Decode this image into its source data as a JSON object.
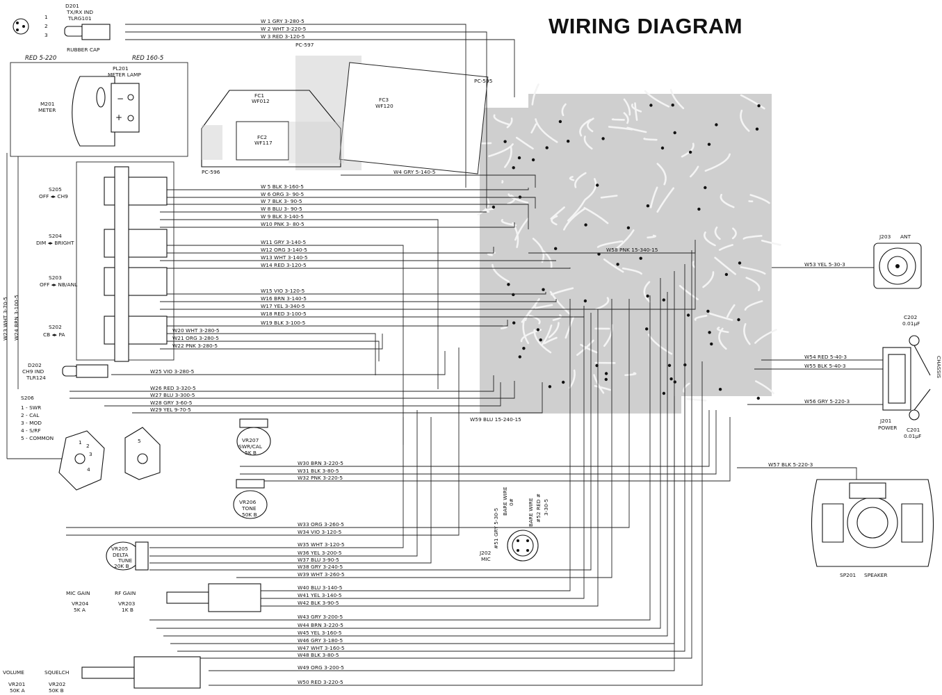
{
  "title": "WIRING DIAGRAM",
  "components": {
    "d201": {
      "ref": "D201",
      "desc1": "TX/RX IND",
      "desc2": "TLRG101",
      "cap": "RUBBER CAP",
      "pins": [
        "1",
        "2",
        "3"
      ]
    },
    "pl201": {
      "ref": "PL201",
      "desc": "METER LAMP",
      "left_note": "RED 5-220",
      "right_note": "RED 160-5"
    },
    "m201": {
      "ref": "M201",
      "desc": "METER",
      "minus": "−",
      "plus": "+"
    },
    "fc1": {
      "ref": "FC1",
      "part": "WF012"
    },
    "fc2": {
      "ref": "FC2",
      "part": "WF117"
    },
    "fc3": {
      "ref": "FC3",
      "part": "WF120"
    },
    "pc596": "PC-596",
    "pc597": "PC-597",
    "pc595": "PC-595",
    "s205": {
      "ref": "S205",
      "desc": "OFF ◂▸ CH9"
    },
    "s204": {
      "ref": "S204",
      "desc": "DIM ◂▸ BRIGHT"
    },
    "s203": {
      "ref": "S203",
      "desc": "OFF ◂▸ NB/ANL"
    },
    "s202": {
      "ref": "S202",
      "desc": "CB ◂▸ PA"
    },
    "d202": {
      "ref": "D202",
      "desc1": "CH9 IND",
      "desc2": "TLR124"
    },
    "s206": {
      "ref": "S206",
      "legend": [
        "1 - SWR",
        "2 - CAL",
        "3 - MOD",
        "4 - S/RF",
        "5 - COMMON"
      ],
      "pins": [
        "1",
        "2",
        "3",
        "4",
        "5"
      ]
    },
    "vr207": {
      "ref": "VR207",
      "desc": "SWR/CAL",
      "value": "5K B"
    },
    "vr206": {
      "ref": "VR206",
      "desc": "TONE",
      "value": "50K B"
    },
    "vr205": {
      "ref": "VR205",
      "desc": "DELTA",
      "desc2": "TUNE",
      "value": "20K B"
    },
    "mic_gain": {
      "label": "MIC GAIN",
      "ref": "VR204",
      "value": "5K A"
    },
    "rf_gain": {
      "label": "RF GAIN",
      "ref": "VR203",
      "value": "1K B"
    },
    "volume": {
      "label": "VOLUME",
      "ref": "VR201",
      "value": "50K A"
    },
    "squelch": {
      "label": "SQUELCH",
      "ref": "VR202",
      "value": "50K B"
    },
    "j202": {
      "ref": "J202",
      "desc": "MIC"
    },
    "j203": {
      "ref": "J203",
      "desc": "ANT"
    },
    "j201": {
      "ref": "J201",
      "desc": "POWER"
    },
    "c202": {
      "ref": "C202",
      "value": "0.01µF"
    },
    "c201": {
      "ref": "C201",
      "value": "0.01µF"
    },
    "chassis": "CHASSIS",
    "sp201": {
      "ref": "SP201",
      "desc": "SPEAKER"
    }
  },
  "wires": [
    {
      "id": "W 1",
      "color": "GRY",
      "spec": "3-280-5"
    },
    {
      "id": "W 2",
      "color": "WHT",
      "spec": "3-220-5"
    },
    {
      "id": "W 3",
      "color": "RED",
      "spec": "3-120-5"
    },
    {
      "id": "W4",
      "color": "GRY",
      "spec": "5-140-5"
    },
    {
      "id": "W 5",
      "color": "BLK",
      "spec": "3-160-5"
    },
    {
      "id": "W 6",
      "color": "ORG",
      "spec": "3- 90-5"
    },
    {
      "id": "W 7",
      "color": "BLK",
      "spec": "3- 90-5"
    },
    {
      "id": "W 8",
      "color": "BLU",
      "spec": "3- 90-5"
    },
    {
      "id": "W 9",
      "color": "BLK",
      "spec": "3-140-5"
    },
    {
      "id": "W10",
      "color": "PNK",
      "spec": "3- 80-5"
    },
    {
      "id": "W11",
      "color": "GRY",
      "spec": "3-140-5"
    },
    {
      "id": "W12",
      "color": "ORG",
      "spec": "3-140-5"
    },
    {
      "id": "W13",
      "color": "WHT",
      "spec": "3-140-5"
    },
    {
      "id": "W14",
      "color": "RED",
      "spec": "3-120-5"
    },
    {
      "id": "W15",
      "color": "VIO",
      "spec": "3-120-5"
    },
    {
      "id": "W16",
      "color": "BRN",
      "spec": "3-140-5"
    },
    {
      "id": "W17",
      "color": "YEL",
      "spec": "3-340-5"
    },
    {
      "id": "W18",
      "color": "RED",
      "spec": "3-100-5"
    },
    {
      "id": "W19",
      "color": "BLK",
      "spec": "3-100-5"
    },
    {
      "id": "W20",
      "color": "WHT",
      "spec": "3-280-5"
    },
    {
      "id": "W21",
      "color": "ORG",
      "spec": "3-280-5"
    },
    {
      "id": "W22",
      "color": "PNK",
      "spec": "3-280-5"
    },
    {
      "id": "W23",
      "color": "WHT",
      "spec": "3-70-5"
    },
    {
      "id": "W24",
      "color": "BRN",
      "spec": "3-100-5"
    },
    {
      "id": "W25",
      "color": "VIO",
      "spec": "3-280-5"
    },
    {
      "id": "W26",
      "color": "RED",
      "spec": "3-320-5"
    },
    {
      "id": "W27",
      "color": "BLU",
      "spec": "3-300-5"
    },
    {
      "id": "W28",
      "color": "GRY",
      "spec": "3-60-5"
    },
    {
      "id": "W29",
      "color": "YEL",
      "spec": "9-70-5"
    },
    {
      "id": "W30",
      "color": "BRN",
      "spec": "3-220-5"
    },
    {
      "id": "W31",
      "color": "BLK",
      "spec": "3-80-5"
    },
    {
      "id": "W32",
      "color": "PNK",
      "spec": "3-220-5"
    },
    {
      "id": "W33",
      "color": "ORG",
      "spec": "3-260-5"
    },
    {
      "id": "W34",
      "color": "VIO",
      "spec": "3-120-5"
    },
    {
      "id": "W35",
      "color": "WHT",
      "spec": "3-120-5"
    },
    {
      "id": "W36",
      "color": "YEL",
      "spec": "3-200-5"
    },
    {
      "id": "W37",
      "color": "BLU",
      "spec": "3-90-5"
    },
    {
      "id": "W38",
      "color": "GRY",
      "spec": "3-240-5"
    },
    {
      "id": "W39",
      "color": "WHT",
      "spec": "3-260-5"
    },
    {
      "id": "W40",
      "color": "BLU",
      "spec": "3-140-5"
    },
    {
      "id": "W41",
      "color": "YEL",
      "spec": "3-140-5"
    },
    {
      "id": "W42",
      "color": "BLK",
      "spec": "3-90-5"
    },
    {
      "id": "W43",
      "color": "GRY",
      "spec": "3-200-5"
    },
    {
      "id": "W44",
      "color": "BRN",
      "spec": "3-220-5"
    },
    {
      "id": "W45",
      "color": "YEL",
      "spec": "3-160-5"
    },
    {
      "id": "W46",
      "color": "GRY",
      "spec": "3-180-5"
    },
    {
      "id": "W47",
      "color": "WHT",
      "spec": "3-160-5"
    },
    {
      "id": "W48",
      "color": "BLK",
      "spec": "3-80-5"
    },
    {
      "id": "W49",
      "color": "ORG",
      "spec": "3-200-5"
    },
    {
      "id": "W50",
      "color": "RED",
      "spec": "3-220-5"
    },
    {
      "id": "W51",
      "color": "GRY",
      "spec": "5-30-5"
    },
    {
      "id": "W52",
      "color": "RED",
      "spec": "3-30-5"
    },
    {
      "id": "W53",
      "color": "YEL",
      "spec": "5-30-3"
    },
    {
      "id": "W54",
      "color": "RED",
      "spec": "5-40-3"
    },
    {
      "id": "W55",
      "color": "BLK",
      "spec": "5-40-3"
    },
    {
      "id": "W56",
      "color": "GRY",
      "spec": "5-220-3"
    },
    {
      "id": "W57",
      "color": "BLK",
      "spec": "5-220-3"
    },
    {
      "id": "W58",
      "color": "PNK",
      "spec": "15-340-15"
    },
    {
      "id": "W59",
      "color": "BLU",
      "spec": "15-240-15"
    }
  ],
  "mic_notes": {
    "w51": "#51 GRY 5-30-5",
    "bare1": "BARE WIRE",
    "bare1_n": "0#",
    "bare2": "BARE WIRE",
    "w52": "#52 RED #",
    "w52b": "3-30-5"
  }
}
